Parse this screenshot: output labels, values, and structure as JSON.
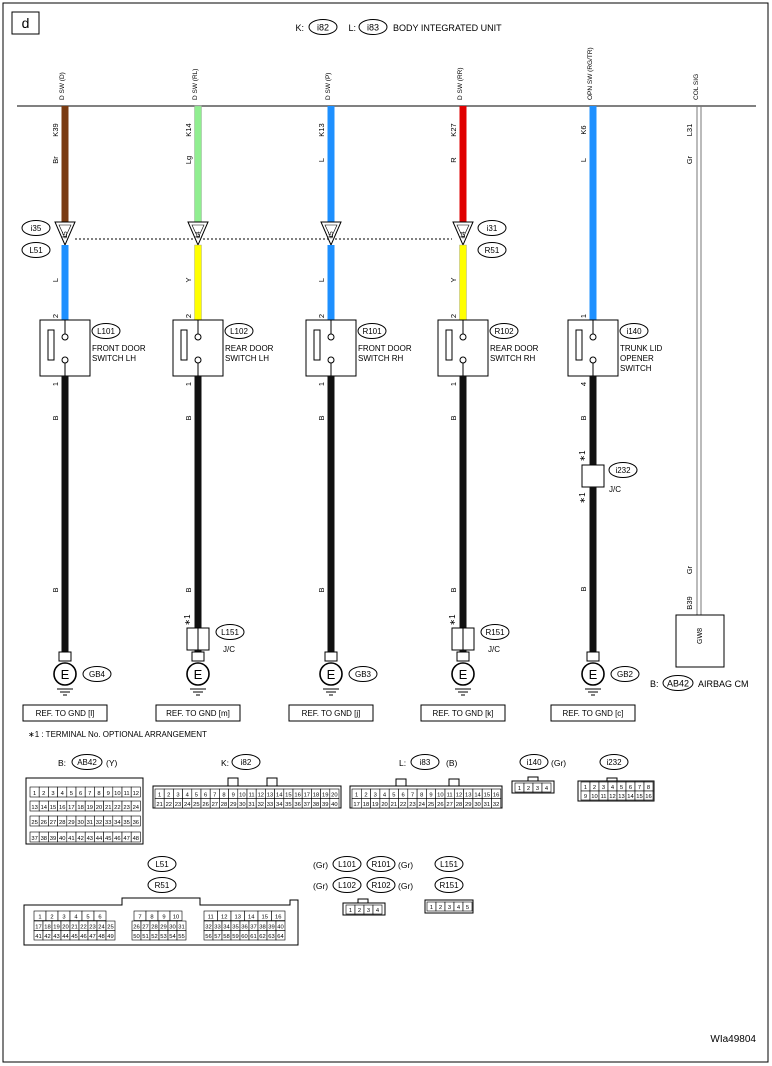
{
  "page_label": "d",
  "header": {
    "k_prefix": "K:",
    "k_conn": "i82",
    "l_prefix": "L:",
    "l_conn": "i83",
    "title": "BODY INTEGRATED UNIT"
  },
  "wires": [
    {
      "sig": "D SW (D)",
      "pin": "K39",
      "color_code": "Br",
      "color": "#7a3b12",
      "ic_pin": "15",
      "lower_code": "L",
      "lower_color": "#1e90ff",
      "sw_pin_top": "2",
      "sw_pin_bot": "1",
      "gnd_code_top": "B",
      "gnd_code_bot": "B",
      "conn": "L101",
      "name1": "FRONT DOOR",
      "name2": "SWITCH LH",
      "ground": "GB4",
      "ref": "REF. TO GND [l]"
    },
    {
      "sig": "D SW (RL)",
      "pin": "K14",
      "color_code": "Lg",
      "color": "#90ee90",
      "ic_pin": "14",
      "lower_code": "Y",
      "lower_color": "#ffff00",
      "sw_pin_top": "2",
      "sw_pin_bot": "1",
      "gnd_code_top": "B",
      "gnd_code_bot": "B",
      "conn": "L102",
      "name1": "REAR DOOR",
      "name2": "SWITCH LH",
      "jc": "L151",
      "jc_label": "J/C",
      "star": "*1",
      "ref": "REF. TO GND [m]"
    },
    {
      "sig": "D SW (P)",
      "pin": "K13",
      "color_code": "L",
      "color": "#1e90ff",
      "ic_pin": "15",
      "lower_code": "L",
      "lower_color": "#1e90ff",
      "sw_pin_top": "2",
      "sw_pin_bot": "1",
      "gnd_code_top": "B",
      "gnd_code_bot": "B",
      "conn": "R101",
      "name1": "FRONT DOOR",
      "name2": "SWITCH RH",
      "ground": "GB3",
      "ref": "REF. TO GND [j]"
    },
    {
      "sig": "D SW (RR)",
      "pin": "K27",
      "color_code": "R",
      "color": "#e00000",
      "ic_pin": "14",
      "lower_code": "Y",
      "lower_color": "#ffff00",
      "sw_pin_top": "2",
      "sw_pin_bot": "1",
      "gnd_code_top": "B",
      "gnd_code_bot": "B",
      "conn": "R102",
      "name1": "REAR DOOR",
      "name2": "SWITCH RH",
      "jc": "R151",
      "jc_label": "J/C",
      "star": "*1",
      "ref": "REF. TO GND [k]"
    },
    {
      "sig": "OPN SW (RG/TR)",
      "pin": "K6",
      "color_code": "L",
      "color": "#1e90ff",
      "lower_code": "",
      "lower_color": "#1e90ff",
      "sw_pin_top": "1",
      "sw_pin_bot": "4",
      "gnd_code_top": "B",
      "gnd_code_bot": "B",
      "conn": "i140",
      "name1": "TRUNK LID",
      "name2": "OPENER",
      "name3": "SWITCH",
      "jc": "i232",
      "jc_label": "J/C",
      "ground": "GB2",
      "ref": "REF. TO GND [c]"
    },
    {
      "sig": "COL SIG",
      "pin": "L31",
      "color_code": "Gr",
      "color": "#d0d0d0",
      "lower_code": "Gr",
      "pin_bottom": "B39"
    }
  ],
  "inline": {
    "left_top": "i35",
    "left_bot": "L51",
    "right_top": "i31",
    "right_bot": "R51"
  },
  "airbag": {
    "prefix": "B:",
    "conn": "AB42",
    "name": "AIRBAG CM",
    "pin": "GW8"
  },
  "note": "∗1  : TERMINAL No. OPTIONAL ARRANGEMENT",
  "star_mark": "∗1",
  "connector_views": {
    "ab42": {
      "prefix": "B:",
      "name": "AB42",
      "color": "(Y)",
      "rows": [
        [
          "1",
          "2",
          "3",
          "4",
          "5",
          "6",
          "7",
          "8",
          "9",
          "10",
          "11",
          "12"
        ],
        [
          "13",
          "14",
          "15",
          "16",
          "17",
          "18",
          "19",
          "20",
          "21",
          "22",
          "23",
          "24"
        ],
        [
          "25",
          "26",
          "27",
          "28",
          "29",
          "30",
          "31",
          "32",
          "33",
          "34",
          "35",
          "36"
        ],
        [
          "37",
          "38",
          "39",
          "40",
          "41",
          "42",
          "43",
          "44",
          "45",
          "46",
          "47",
          "48"
        ]
      ]
    },
    "i82": {
      "prefix": "K:",
      "name": "i82",
      "rows": [
        [
          "1",
          "2",
          "3",
          "4",
          "5",
          "6",
          "7",
          "8",
          "9",
          "10",
          "11",
          "12",
          "13",
          "14",
          "15",
          "16",
          "17",
          "18",
          "19",
          "20"
        ],
        [
          "21",
          "22",
          "23",
          "24",
          "25",
          "26",
          "27",
          "28",
          "29",
          "30",
          "31",
          "32",
          "33",
          "34",
          "35",
          "36",
          "37",
          "38",
          "39",
          "40"
        ]
      ]
    },
    "i83": {
      "prefix": "L:",
      "name": "i83",
      "color": "(B)",
      "rows": [
        [
          "1",
          "2",
          "3",
          "4",
          "5",
          "6",
          "7",
          "8",
          "9",
          "10",
          "11",
          "12",
          "13",
          "14",
          "15",
          "16"
        ],
        [
          "17",
          "18",
          "19",
          "20",
          "21",
          "22",
          "23",
          "24",
          "25",
          "26",
          "27",
          "28",
          "29",
          "30",
          "31",
          "32"
        ]
      ]
    },
    "i140": {
      "name": "i140",
      "color": "(Gr)",
      "rows": [
        [
          "1",
          "2",
          "3",
          "4"
        ]
      ]
    },
    "i232": {
      "name": "i232",
      "rows": [
        [
          "1",
          "2",
          "3",
          "4",
          "5",
          "6",
          "7",
          "8"
        ],
        [
          "9",
          "10",
          "11",
          "12",
          "13",
          "14",
          "15",
          "16"
        ]
      ]
    },
    "l51": {
      "name1": "L51",
      "name2": "R51",
      "blocks": [
        {
          "rows": [
            [
              "1",
              "2",
              "3",
              "4",
              "5",
              "6"
            ],
            [
              "17",
              "18",
              "19",
              "20",
              "21",
              "22",
              "23",
              "24",
              "25"
            ],
            [
              "41",
              "42",
              "43",
              "44",
              "45",
              "46",
              "47",
              "48",
              "49"
            ]
          ]
        },
        {
          "rows": [
            [
              "7",
              "8",
              "9",
              "10"
            ],
            [
              "26",
              "27",
              "28",
              "29",
              "30",
              "31"
            ],
            [
              "50",
              "51",
              "52",
              "53",
              "54",
              "55"
            ]
          ]
        },
        {
          "rows": [
            [
              "11",
              "12",
              "13",
              "14",
              "15",
              "16"
            ],
            [
              "32",
              "33",
              "34",
              "35",
              "36",
              "37",
              "38",
              "39",
              "40"
            ],
            [
              "56",
              "57",
              "58",
              "59",
              "60",
              "61",
              "62",
              "63",
              "64"
            ]
          ]
        }
      ]
    },
    "sw": {
      "c1": "L101",
      "c2": "R101",
      "c3": "L102",
      "c4": "R102",
      "gr": "(Gr)",
      "rows": [
        [
          "1",
          "2",
          "3",
          "4"
        ]
      ]
    },
    "l151": {
      "name1": "L151",
      "name2": "R151",
      "rows": [
        [
          "1",
          "2",
          "3",
          "4",
          "5"
        ]
      ]
    }
  },
  "footer_code": "WIa49804"
}
